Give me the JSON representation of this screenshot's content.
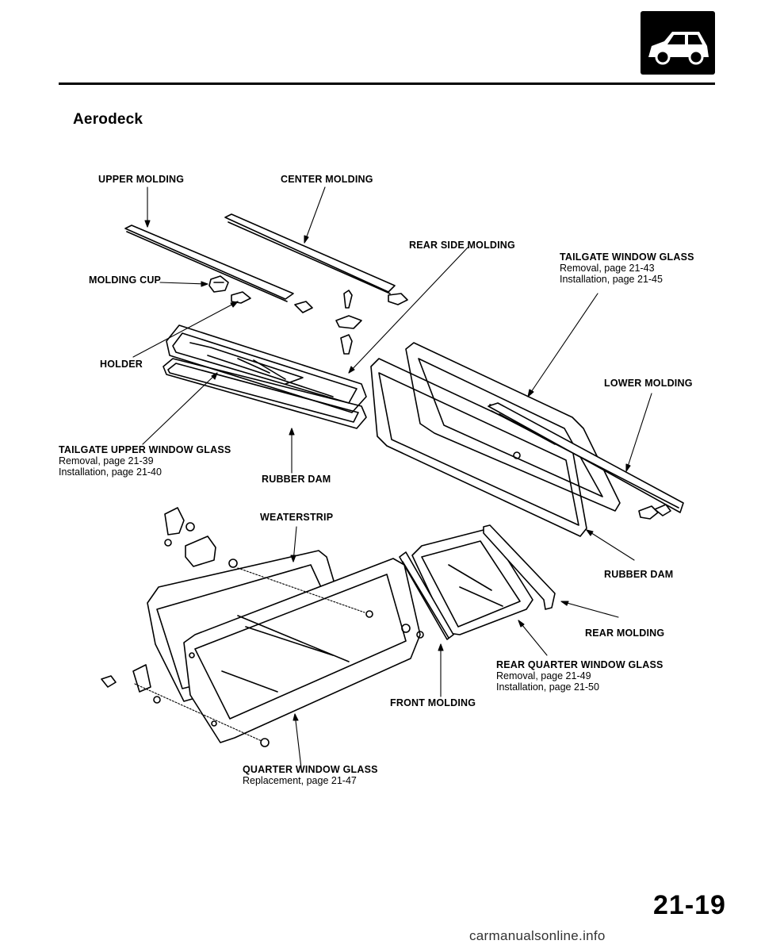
{
  "section_title": "Aerodeck",
  "labels": {
    "upper_molding": "UPPER MOLDING",
    "center_molding": "CENTER MOLDING",
    "rear_side_molding": "REAR SIDE MOLDING",
    "tailgate_window_glass": {
      "name": "TAILGATE WINDOW GLASS",
      "removal": "Removal, page 21-43",
      "installation": "Installation, page 21-45"
    },
    "molding_cup": "MOLDING CUP",
    "holder": "HOLDER",
    "lower_molding": "LOWER MOLDING",
    "tailgate_upper_window_glass": {
      "name": "TAILGATE UPPER WINDOW GLASS",
      "removal": "Removal, page 21-39",
      "installation": "Installation, page 21-40"
    },
    "rubber_dam_upper": "RUBBER DAM",
    "weatherstrip": "WEATERSTRIP",
    "rubber_dam_right": "RUBBER DAM",
    "rear_molding": "REAR MOLDING",
    "rear_quarter_window_glass": {
      "name": "REAR QUARTER WINDOW GLASS",
      "removal": "Removal, page 21-49",
      "installation": "Installation, page 21-50"
    },
    "front_molding": "FRONT MOLDING",
    "quarter_window_glass": {
      "name": "QUARTER WINDOW GLASS",
      "replacement": "Replacement, page 21-47"
    }
  },
  "page_number": "21-19",
  "watermark": "carmanualsonline.info",
  "icons": {
    "header_badge": "car-icon"
  },
  "colors": {
    "ink": "#000000",
    "paper": "#ffffff"
  }
}
